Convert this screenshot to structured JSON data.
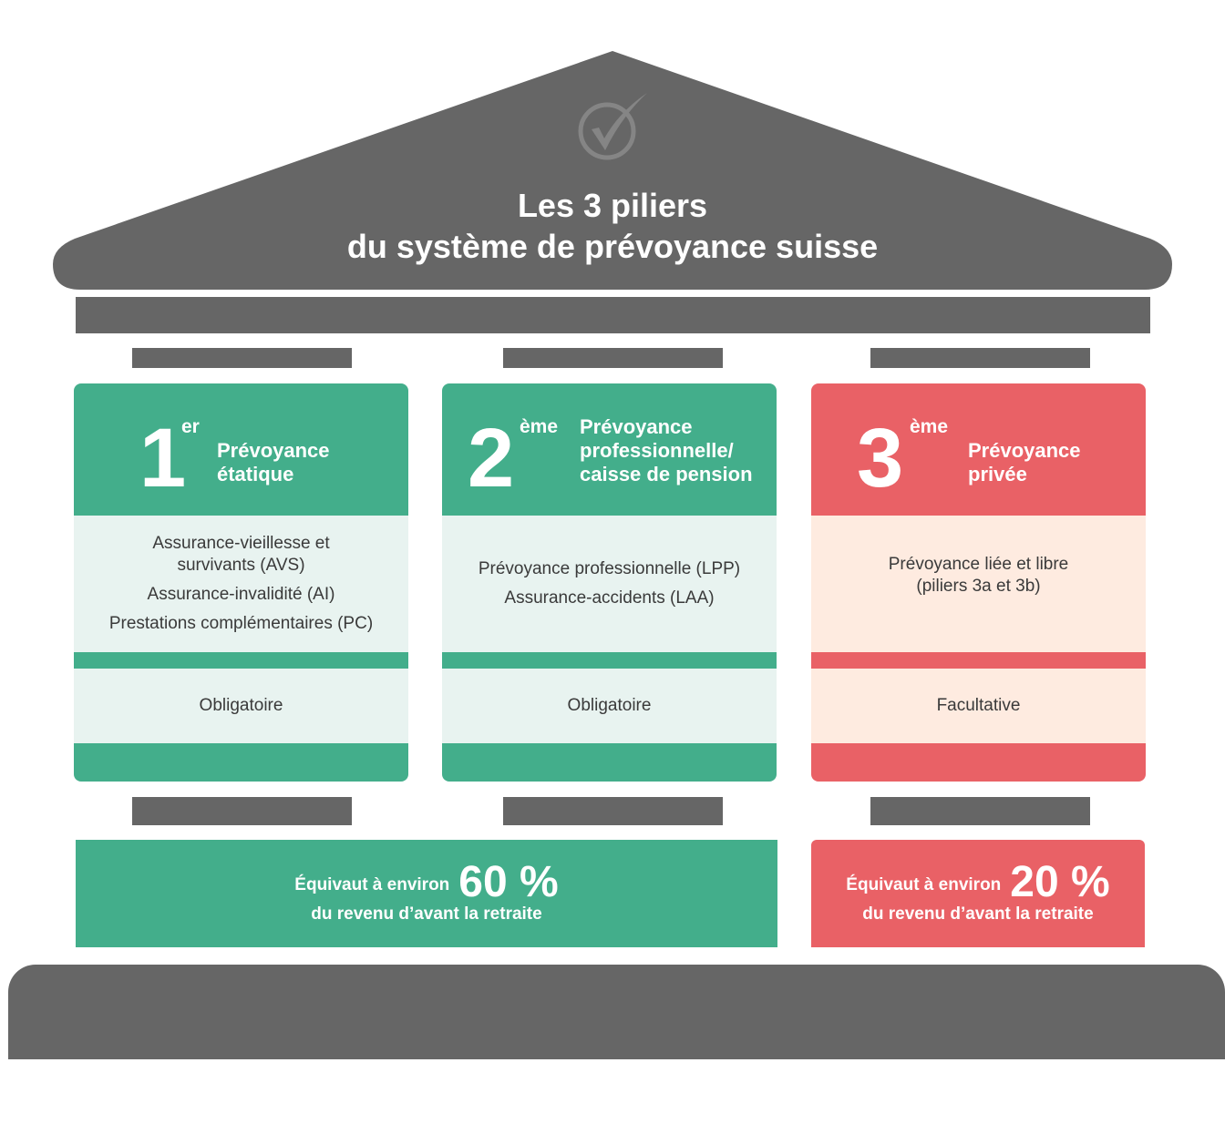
{
  "roof": {
    "icon": "check-circle-icon",
    "title_line1": "Les 3 piliers",
    "title_line2": "du système de prévoyance suisse"
  },
  "pillars": [
    {
      "number": "1",
      "ordinal": "er",
      "title": "Prévoyance étatique",
      "title_lines": [
        "Prévoyance",
        "étatique"
      ],
      "items": [
        "Assurance-vieillesse et survivants (AVS)",
        "Assurance-invalidité (AI)",
        "Prestations complémentaires (PC)"
      ],
      "requirement": "Obligatoire",
      "color": "#43ae8b"
    },
    {
      "number": "2",
      "ordinal": "ème",
      "title": "Prévoyance professionnelle/ caisse de pension",
      "title_lines": [
        "Prévoyance",
        "professionnelle/",
        "caisse de pension"
      ],
      "items": [
        "Prévoyance professionnelle (LPP)",
        "Assurance-accidents (LAA)"
      ],
      "requirement": "Obligatoire",
      "color": "#43ae8b"
    },
    {
      "number": "3",
      "ordinal": "ème",
      "title": "Prévoyance privée",
      "title_lines": [
        "Prévoyance",
        "privée"
      ],
      "items": [
        "Prévoyance liée et libre (piliers 3a et 3b)"
      ],
      "requirement": "Facultative",
      "color": "#e96166"
    }
  ],
  "income_share": [
    {
      "prefix": "Équivaut à environ",
      "value": "60 %",
      "suffix": "du revenu d’avant la retraite",
      "covers": "pillars 1 and 2"
    },
    {
      "prefix": "Équivaut à environ",
      "value": "20 %",
      "suffix": "du revenu d’avant la retraite",
      "covers": "pillar 3"
    }
  ],
  "colors": {
    "structure": "#666666",
    "green": "#43ae8b",
    "green_light": "#e8f3f0",
    "red": "#e96166",
    "red_light": "#feebe0"
  }
}
